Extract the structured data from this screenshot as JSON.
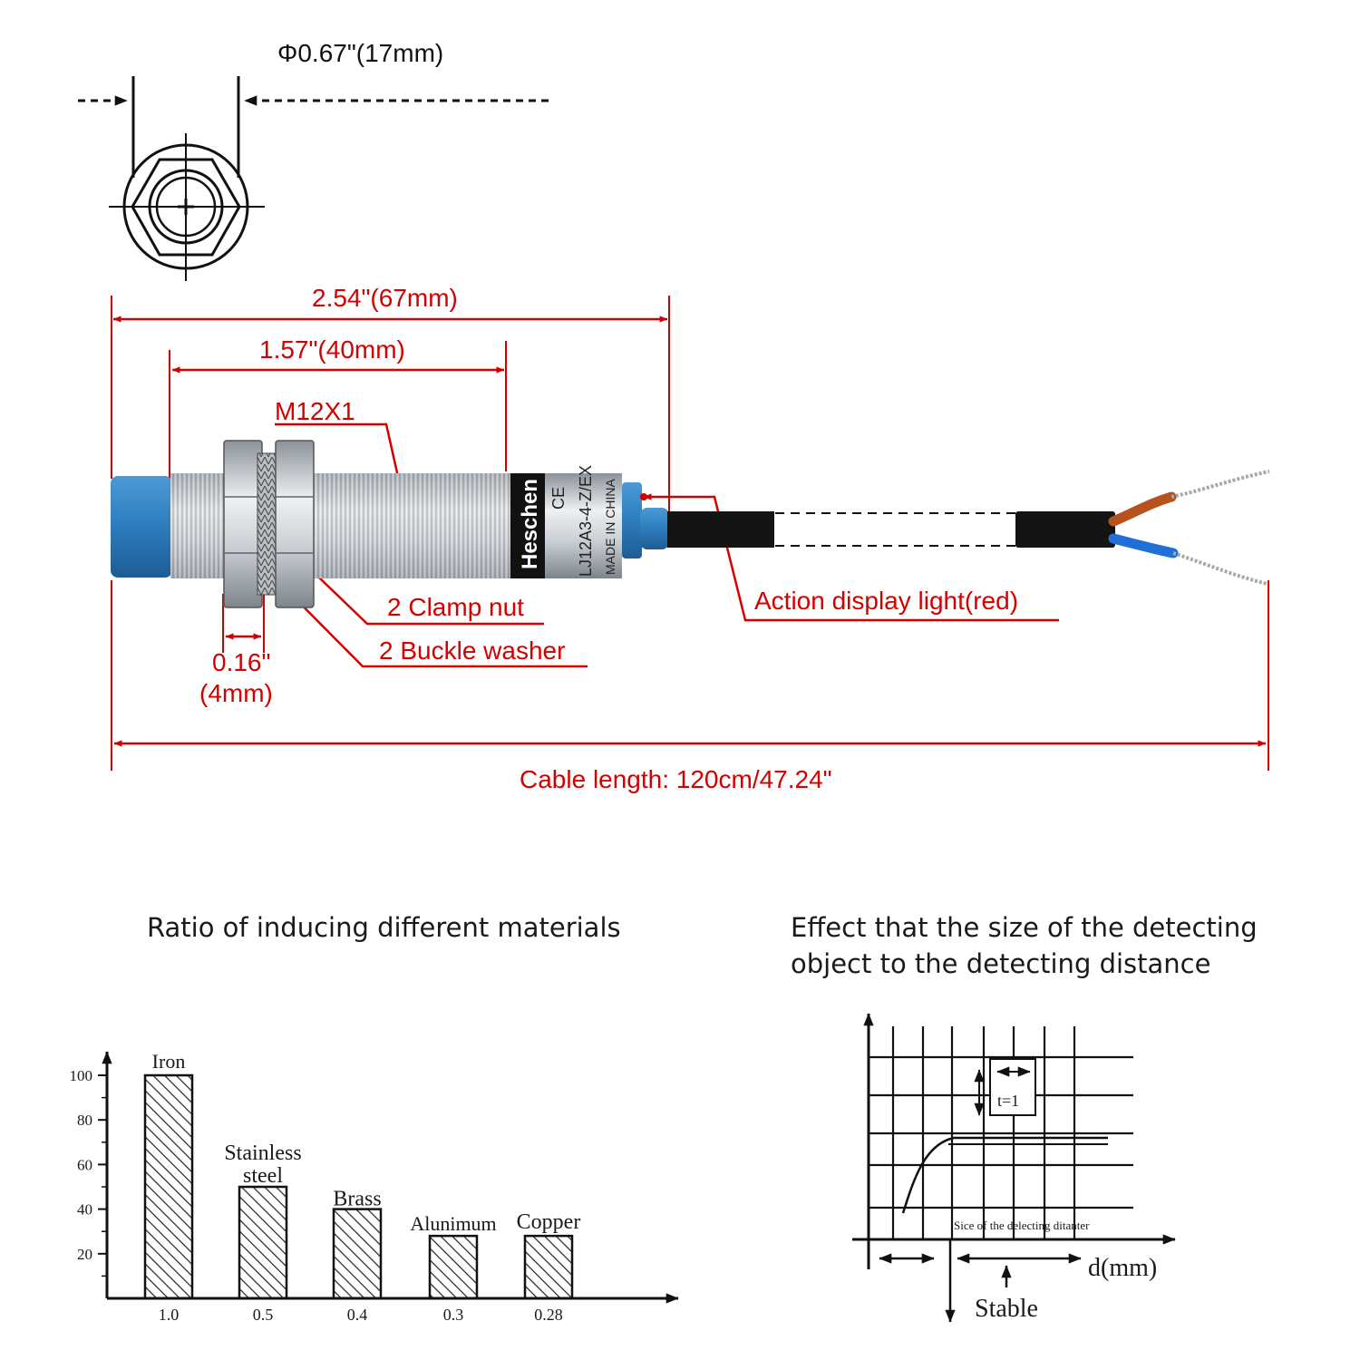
{
  "dimensions": {
    "diameter": "Φ0.67\"(17mm)",
    "overall_length": "2.54\"(67mm)",
    "thread_length": "1.57\"(40mm)",
    "thread_spec": "M12X1",
    "nut_width_in": "0.16\"",
    "nut_width_mm": "(4mm)",
    "cable_length": "Cable length: 120cm/47.24\""
  },
  "callouts": {
    "clamp_nut": "2 Clamp nut",
    "buckle_washer": "2 Buckle washer",
    "indicator": "Action display light(red)"
  },
  "sensor_marking": {
    "brand": "Heschen",
    "model": "LJ12A3-4-Z/EX",
    "origin": "MADE IN CHINA",
    "cert": "CE"
  },
  "colors": {
    "annotation": "#d40000",
    "sensor_cap": "#2f7fc1",
    "sensor_body": "#c7ccd1",
    "wire_brown": "#b5521d",
    "wire_blue": "#1f6fd6"
  },
  "chart_data": [
    {
      "type": "bar",
      "title": "Ratio of inducing different materials",
      "categories": [
        "Iron",
        "Stainless steel",
        "Brass",
        "Alunimum",
        "Copper"
      ],
      "x_tick_labels": [
        "1.0",
        "0.5",
        "0.4",
        "0.3",
        "0.28"
      ],
      "values": [
        100,
        50,
        40,
        28,
        28
      ],
      "y_ticks": [
        "100",
        "80",
        "60",
        "40",
        "20"
      ],
      "ylim": [
        0,
        100
      ],
      "fill": "diagonal hatch"
    },
    {
      "type": "line",
      "title_line1": "Effect that the size of the detecting",
      "title_line2": "object to the detecting distance",
      "xlabel": "d(mm)",
      "curve_caption": "Sice of the delecting ditanter",
      "unit_box": "t=1",
      "stable_label": "Stable",
      "grid": true
    }
  ]
}
